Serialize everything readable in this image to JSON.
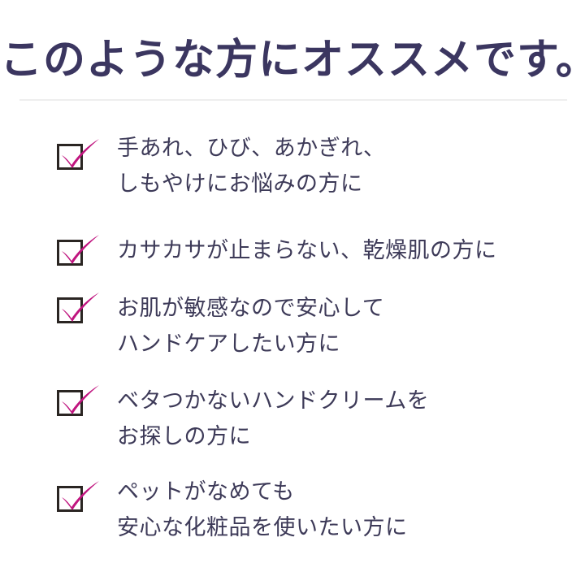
{
  "heading": "このような方にオススメです。",
  "accent_color": "#c0157f",
  "text_color": "#3d3a58",
  "items": [
    {
      "line1": "手あれ、ひび、あかぎれ、",
      "line2": "しもやけにお悩みの方に",
      "checked": true
    },
    {
      "line1": "カサカサが止まらない、乾燥肌の方に",
      "line2": "",
      "checked": true
    },
    {
      "line1": "お肌が敏感なので安心して",
      "line2": "ハンドケアしたい方に",
      "checked": true
    },
    {
      "line1": "ベタつかないハンドクリームを",
      "line2": "お探しの方に",
      "checked": true
    },
    {
      "line1": "ペットがなめても",
      "line2": "安心な化粧品を使いたい方に",
      "checked": true
    }
  ]
}
